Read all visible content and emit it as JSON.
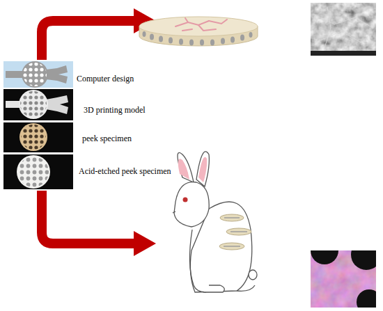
{
  "diagram": {
    "labels": [
      "Computer design",
      "3D printing model",
      "peek specimen",
      "Acid-etched peek specimen"
    ]
  }
}
